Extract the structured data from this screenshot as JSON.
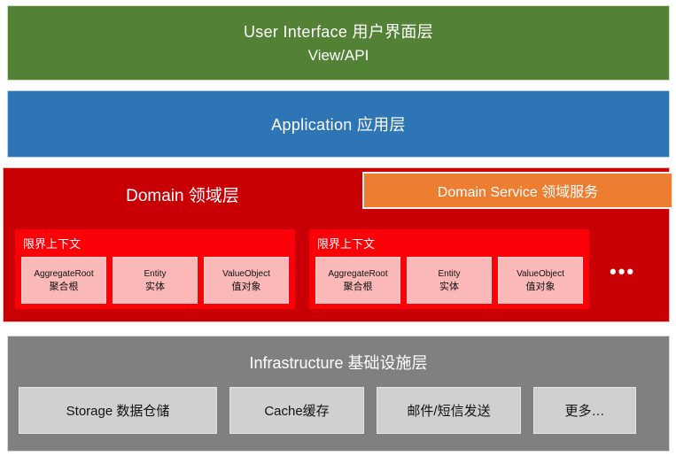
{
  "diagram": {
    "title": "DDD Layered Architecture",
    "colors": {
      "ui_layer": "#538135",
      "application_layer": "#2E75B6",
      "domain_layer": "#C80005",
      "domain_service": "#ED7D31",
      "bounded_context": "#FB0007",
      "bounded_context_item": "#FBB8B8",
      "infrastructure_layer": "#808080",
      "infrastructure_item": "#D0D0D0",
      "text_on_dark": "#FFFFFF",
      "text_on_light": "#111111"
    }
  },
  "ui_layer": {
    "title": "User Interface 用户界面层",
    "subtitle": "View/API"
  },
  "application_layer": {
    "title": "Application  应用层"
  },
  "domain_layer": {
    "title": "Domain 领域层",
    "service_box_label": "Domain Service 领域服务",
    "ellipsis": "•••",
    "bounded_contexts": [
      {
        "title": "限界上下文",
        "items": [
          {
            "en": "AggregateRoot",
            "cn": "聚合根"
          },
          {
            "en": "Entity",
            "cn": "实体"
          },
          {
            "en": "ValueObject",
            "cn": "值对象"
          }
        ]
      },
      {
        "title": "限界上下文",
        "items": [
          {
            "en": "AggregateRoot",
            "cn": "聚合根"
          },
          {
            "en": "Entity",
            "cn": "实体"
          },
          {
            "en": "ValueObject",
            "cn": "值对象"
          }
        ]
      }
    ]
  },
  "infrastructure_layer": {
    "title": "Infrastructure  基础设施层",
    "items": [
      {
        "label": "Storage 数据仓储"
      },
      {
        "label": "Cache缓存"
      },
      {
        "label": "邮件/短信发送"
      },
      {
        "label": "更多…"
      }
    ]
  }
}
